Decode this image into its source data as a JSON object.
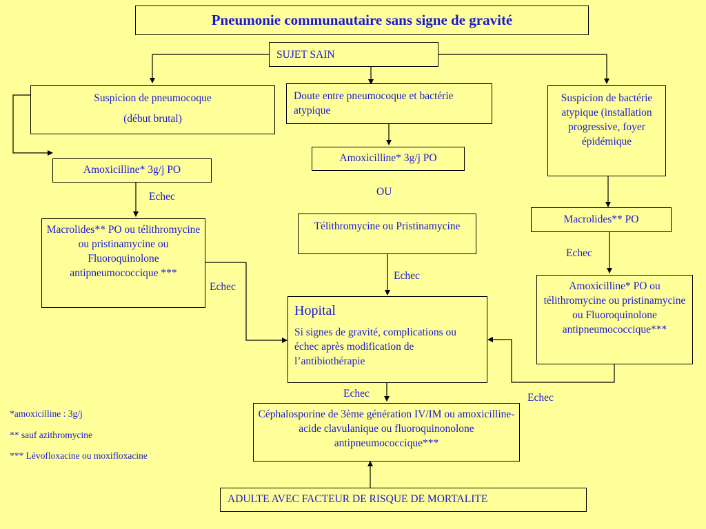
{
  "title": "Pneumonie communautaire sans signe de gravité",
  "boxes": {
    "sujet_sain": "SUJET SAIN",
    "left_suspicion_line1": "Suspicion de pneumocoque",
    "left_suspicion_line2": "(début brutal)",
    "middle_doute": "Doute entre pneumocoque et bactérie atypique",
    "right_suspicion": "Suspicion de bactérie atypique (installation progressive, foyer épidémique",
    "left_amox": "Amoxicilline* 3g/j PO",
    "middle_amox": "Amoxicilline* 3g/j PO",
    "left_macrolides": "Macrolides** PO ou télithromycine ou pristinamycine ou Fluoroquinolone antipneumococcique ***",
    "middle_telithro": "Télithromycine ou Pristinamycine",
    "right_macrolides": "Macrolides** PO",
    "right_amox": "Amoxicilline* PO ou télithromycine ou pristinamycine ou Fluoroquinolone antipneumococcique***",
    "hopital_title": "Hopital",
    "hopital_text": "Si signes de gravité, complications ou échec après modification de l’antibiothérapie",
    "cephalo": "Céphalosporine de 3ème génération IV/IM ou amoxicilline-acide clavulanique ou fluoroquinonolone antipneumococcique***",
    "adulte": "ADULTE AVEC FACTEUR DE RISQUE DE MORTALITE"
  },
  "labels": {
    "ou": "OU",
    "echec_left_top": "Echec",
    "echec_left_mid": "Echec",
    "echec_middle": "Echec",
    "echec_right_top": "Echec",
    "echec_bottom_mid": "Echec",
    "echec_bottom_right": "Echec"
  },
  "notes": [
    "*amoxicilline : 3g/j",
    "** sauf azithromycine",
    "*** Lévofloxacine ou moxifloxacine"
  ],
  "colors": {
    "background": "#ffff99",
    "text": "#1a1ad1",
    "lines": "#000000"
  }
}
